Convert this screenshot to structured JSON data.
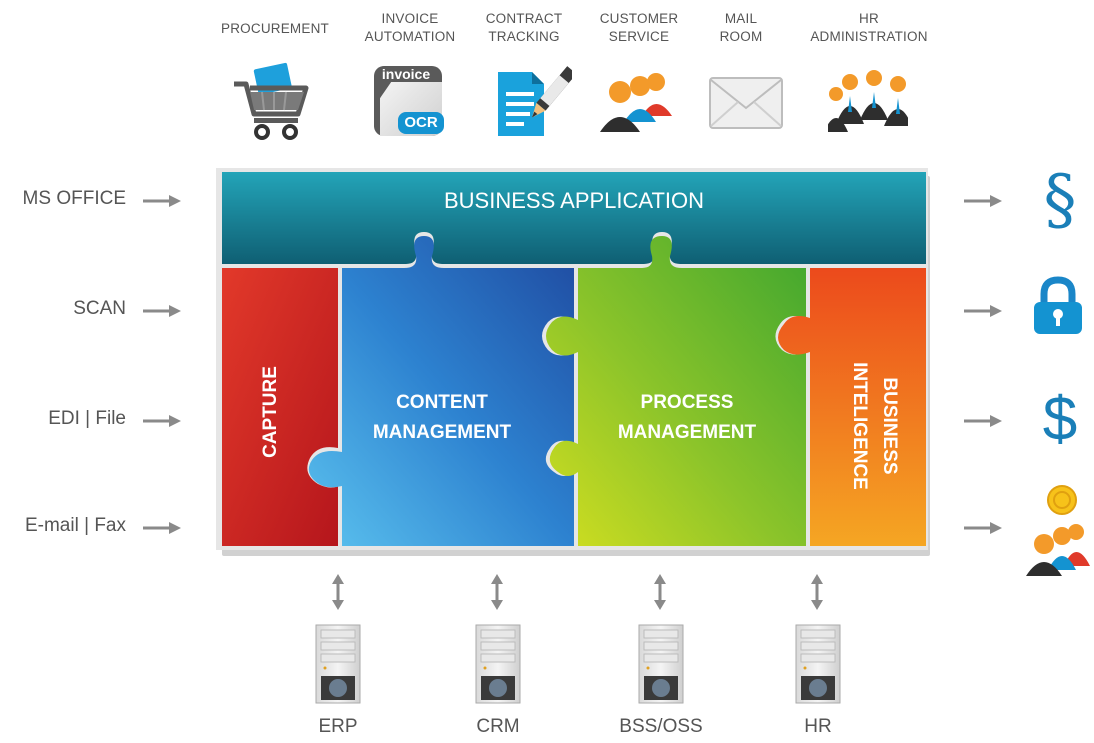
{
  "top_categories": [
    {
      "label": "PROCUREMENT",
      "icon": "shopping-cart-icon"
    },
    {
      "label": "INVOICE\nAUTOMATION",
      "icon": "invoice-ocr-icon",
      "icon_text_top": "invoice",
      "icon_text_bottom": "OCR"
    },
    {
      "label": "CONTRACT\nTRACKING",
      "icon": "document-pen-icon"
    },
    {
      "label": "CUSTOMER\nSERVICE",
      "icon": "people-group-icon"
    },
    {
      "label": "MAIL\nROOM",
      "icon": "envelope-icon"
    },
    {
      "label": "HR\nADMINISTRATION",
      "icon": "team-icon"
    }
  ],
  "inputs": [
    {
      "label": "MS OFFICE"
    },
    {
      "label": "SCAN"
    },
    {
      "label": "EDI | File"
    },
    {
      "label": "E-mail | Fax"
    }
  ],
  "outputs": [
    {
      "icon": "section-sign-icon",
      "glyph": "§"
    },
    {
      "icon": "padlock-icon"
    },
    {
      "icon": "dollar-icon",
      "glyph": "$"
    },
    {
      "icon": "people-coin-icon"
    }
  ],
  "puzzle": {
    "header": "BUSINESS APPLICATION",
    "capture": "CAPTURE",
    "content": "CONTENT\nMANAGEMENT",
    "process": "PROCESS\nMANAGEMENT",
    "bi": "BUSINESS\nINTELIGENCE"
  },
  "backends": [
    {
      "label": "ERP"
    },
    {
      "label": "CRM"
    },
    {
      "label": "BSS/OSS"
    },
    {
      "label": "HR"
    }
  ],
  "colors": {
    "header": "#1f8a9c",
    "capture": "#d42a22",
    "content": "#2d7fcf",
    "process": "#6fb52a",
    "bi": "#f07d1a",
    "icon_blue": "#1493d1",
    "arrow_gray": "#9a9a9a"
  }
}
